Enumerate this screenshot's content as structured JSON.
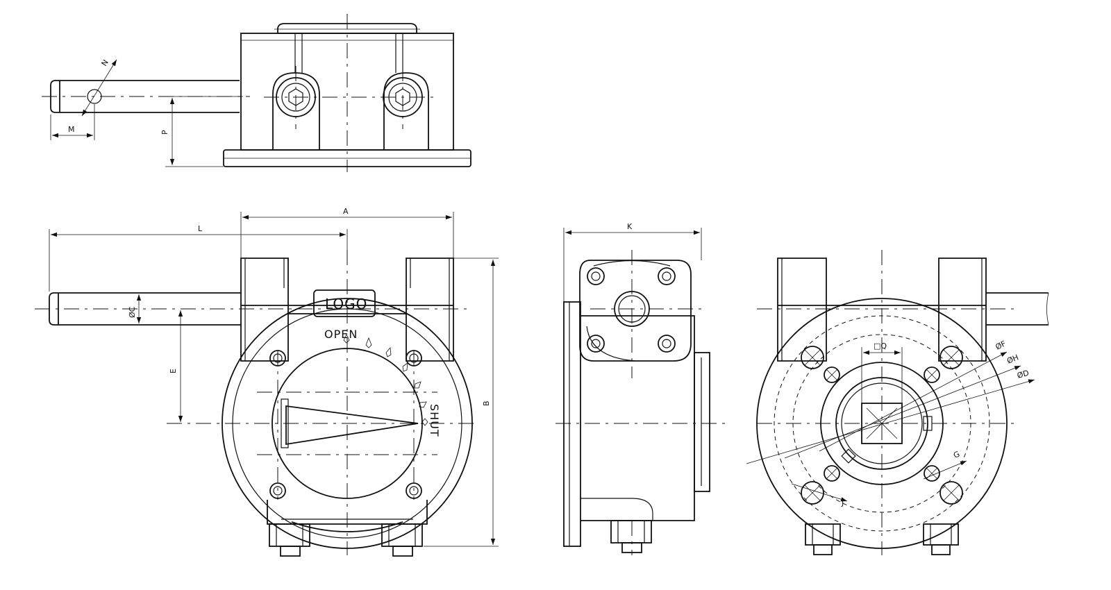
{
  "logo_box": "LOGO",
  "indicator": {
    "open": "OPEN",
    "shut": "SHUT"
  },
  "dimensions": {
    "A": "A",
    "B": "B",
    "C": "ØC",
    "D": "ØD",
    "E": "E",
    "F": "ØF",
    "G": "G",
    "H": "ØH",
    "J": "J",
    "K": "K",
    "L": "L",
    "M": "M",
    "N": "N",
    "P": "P",
    "Q": "□Q"
  },
  "colors": {
    "line": "#111111",
    "background": "#ffffff"
  }
}
